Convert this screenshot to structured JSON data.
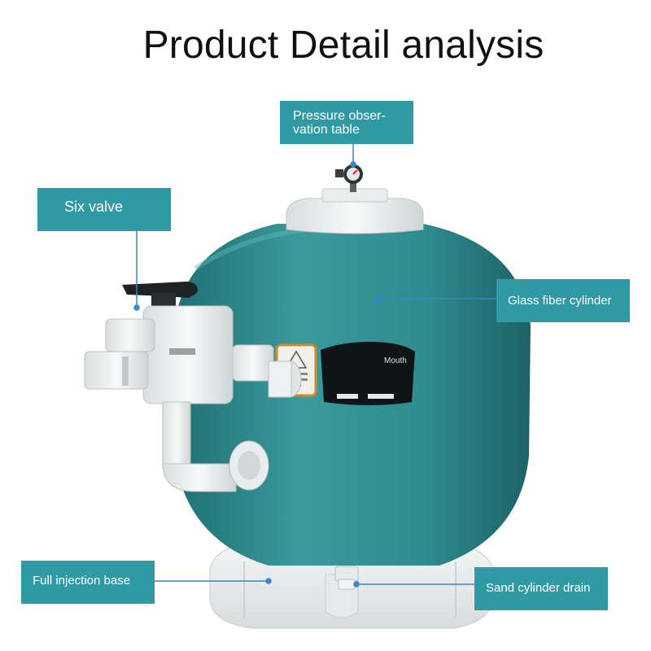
{
  "title": "Product Detail analysis",
  "colors": {
    "callout_bg": "#2f9aa3",
    "tank_body": "#2f8d90",
    "leader_line": "#3a86c6",
    "valve_white": "#eef1f2"
  },
  "callouts": {
    "pressure_line1": "Pressure obser-",
    "pressure_line2": "vation table",
    "six_valve": "Six valve",
    "glass_fiber": "Glass fiber cylinder",
    "injection_base": "Full injection base",
    "sand_drain": "Sand cylinder drain"
  },
  "tank_window_label": "Mouth"
}
